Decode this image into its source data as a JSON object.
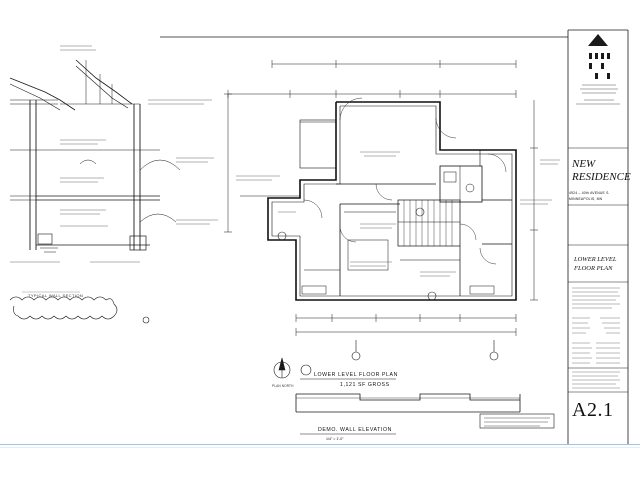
{
  "project": {
    "title_line1": "NEW",
    "title_line2": "RESIDENCE",
    "address_line1": "4924 – 40th AVENUE S.",
    "address_line2": "MINNEAPOLIS, MN"
  },
  "sheet": {
    "title_line1": "LOWER LEVEL",
    "title_line2": "FLOOR PLAN",
    "number": "A2.1"
  },
  "drawings": {
    "plan_title": "LOWER LEVEL FLOOR PLAN",
    "plan_subtitle": "1,121 SF GROSS",
    "elevation_title": "DEMO. WALL ELEVATION",
    "elevation_scale": "1/4\" = 1'-0\"",
    "north_label": "PLAN NORTH",
    "section_label": "TYPICAL WALL SECTION"
  },
  "colors": {
    "line": "#1a1a1a",
    "light_line": "#6a6a6a",
    "frame_blue": "#9ec3e6"
  },
  "icons": {
    "logo": "firm-logo-icon",
    "north": "north-arrow-icon"
  }
}
